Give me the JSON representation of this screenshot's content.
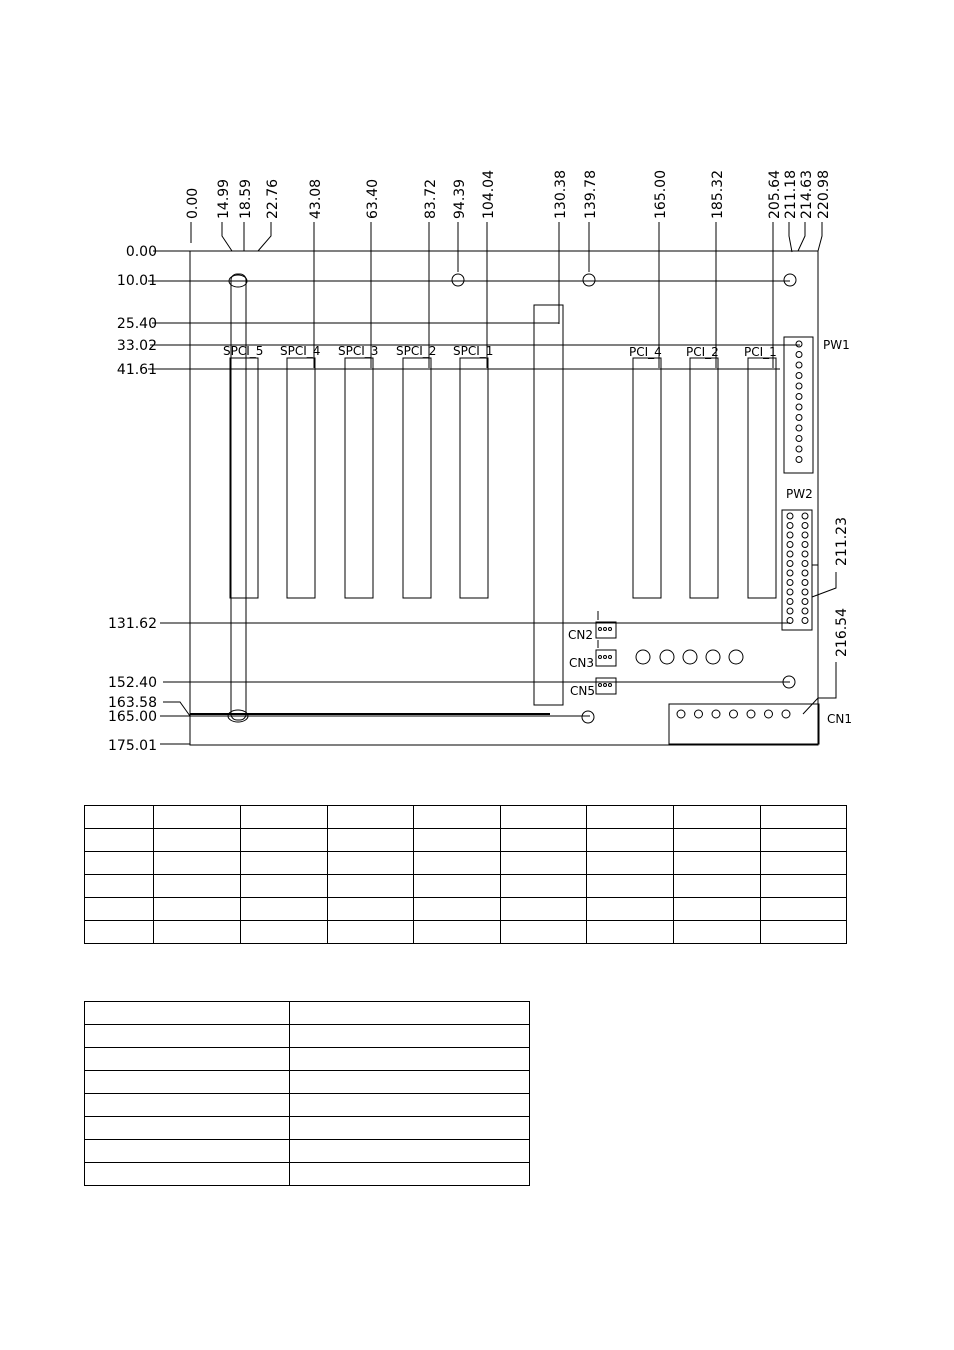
{
  "drawing": {
    "top_dims": [
      "0.00",
      "14.99",
      "18.59",
      "22.76",
      "43.08",
      "63.40",
      "83.72",
      "94.39",
      "104.04",
      "130.38",
      "139.78",
      "165.00",
      "185.32",
      "205.64",
      "211.18",
      "214.63",
      "220.98"
    ],
    "left_dims": [
      "0.00",
      "10.01",
      "25.40",
      "33.02",
      "41.61",
      "131.62",
      "152.40",
      "163.58",
      "165.00",
      "175.01"
    ],
    "right_dims": [
      "211.23",
      "216.54"
    ],
    "slot_labels": [
      "SPCI_5",
      "SPCI_4",
      "SPCI_3",
      "SPCI_2",
      "SPCI_1",
      "PCI_4",
      "PCI_2",
      "PCI_1"
    ],
    "connector_labels": {
      "pw1": "PW1",
      "pw2": "PW2",
      "cn1": "CN1",
      "cn2": "CN2",
      "cn3": "CN3",
      "cn5": "CN5"
    }
  },
  "table1": {
    "rows": 6,
    "cols": 9
  },
  "table2": {
    "rows": 8,
    "cols": 2
  }
}
